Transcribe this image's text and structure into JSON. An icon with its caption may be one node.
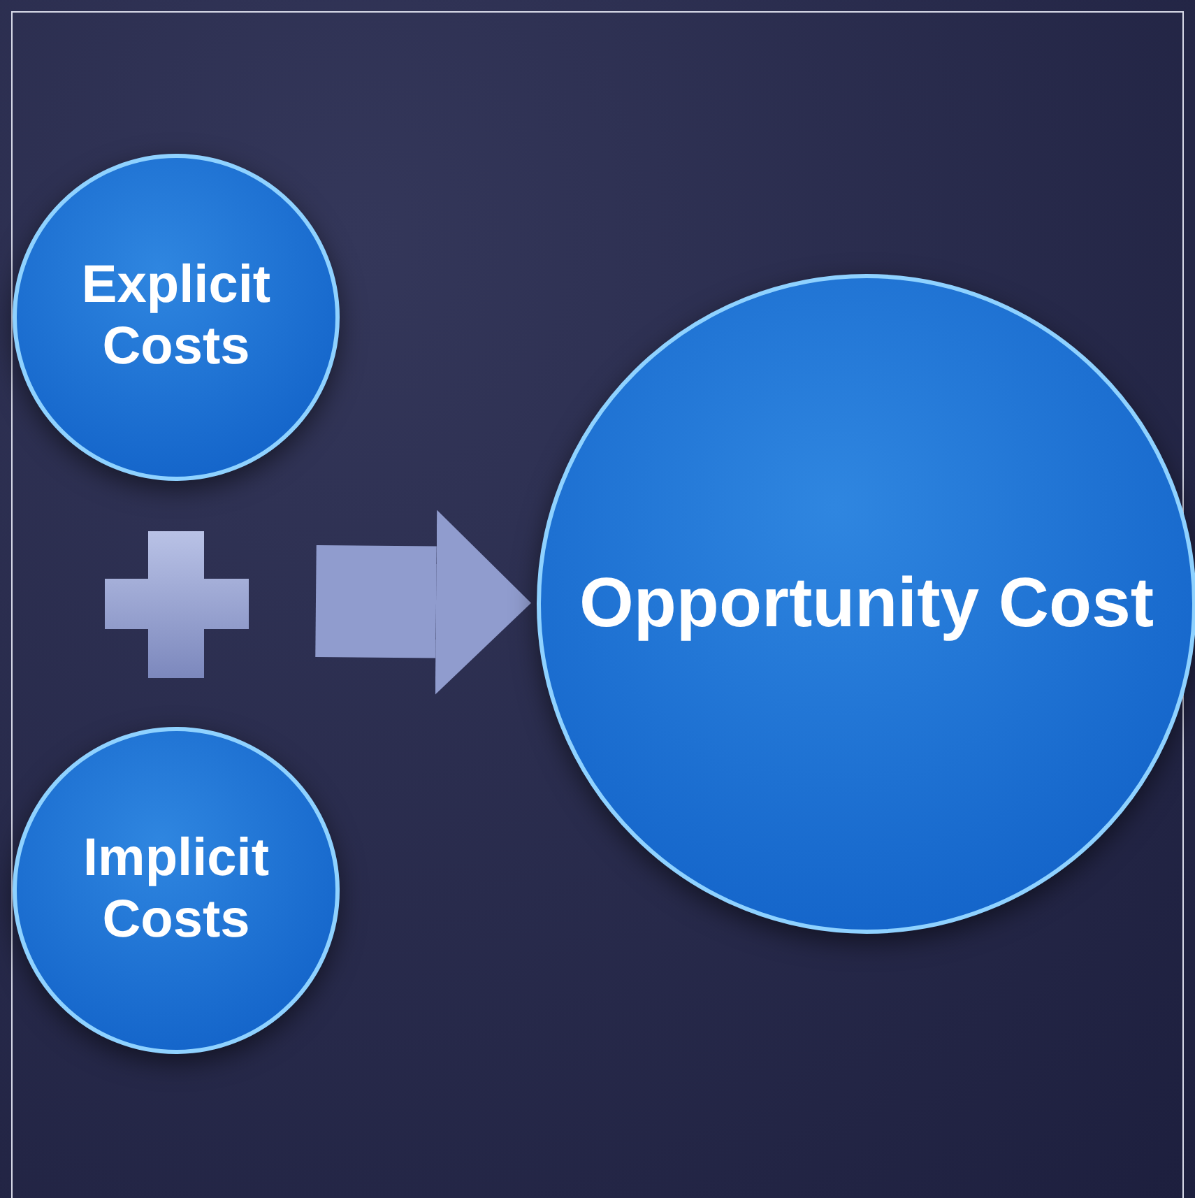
{
  "diagram": {
    "nodes": [
      {
        "text": [
          "Explicit Costs"
        ]
      },
      {
        "text": [
          "Implicit Costs"
        ]
      },
      {
        "text": [
          "Opportunity Cost"
        ]
      }
    ],
    "edges": [
      {
        "from": null,
        "to": 2,
        "arrow": "to"
      }
    ]
  }
}
